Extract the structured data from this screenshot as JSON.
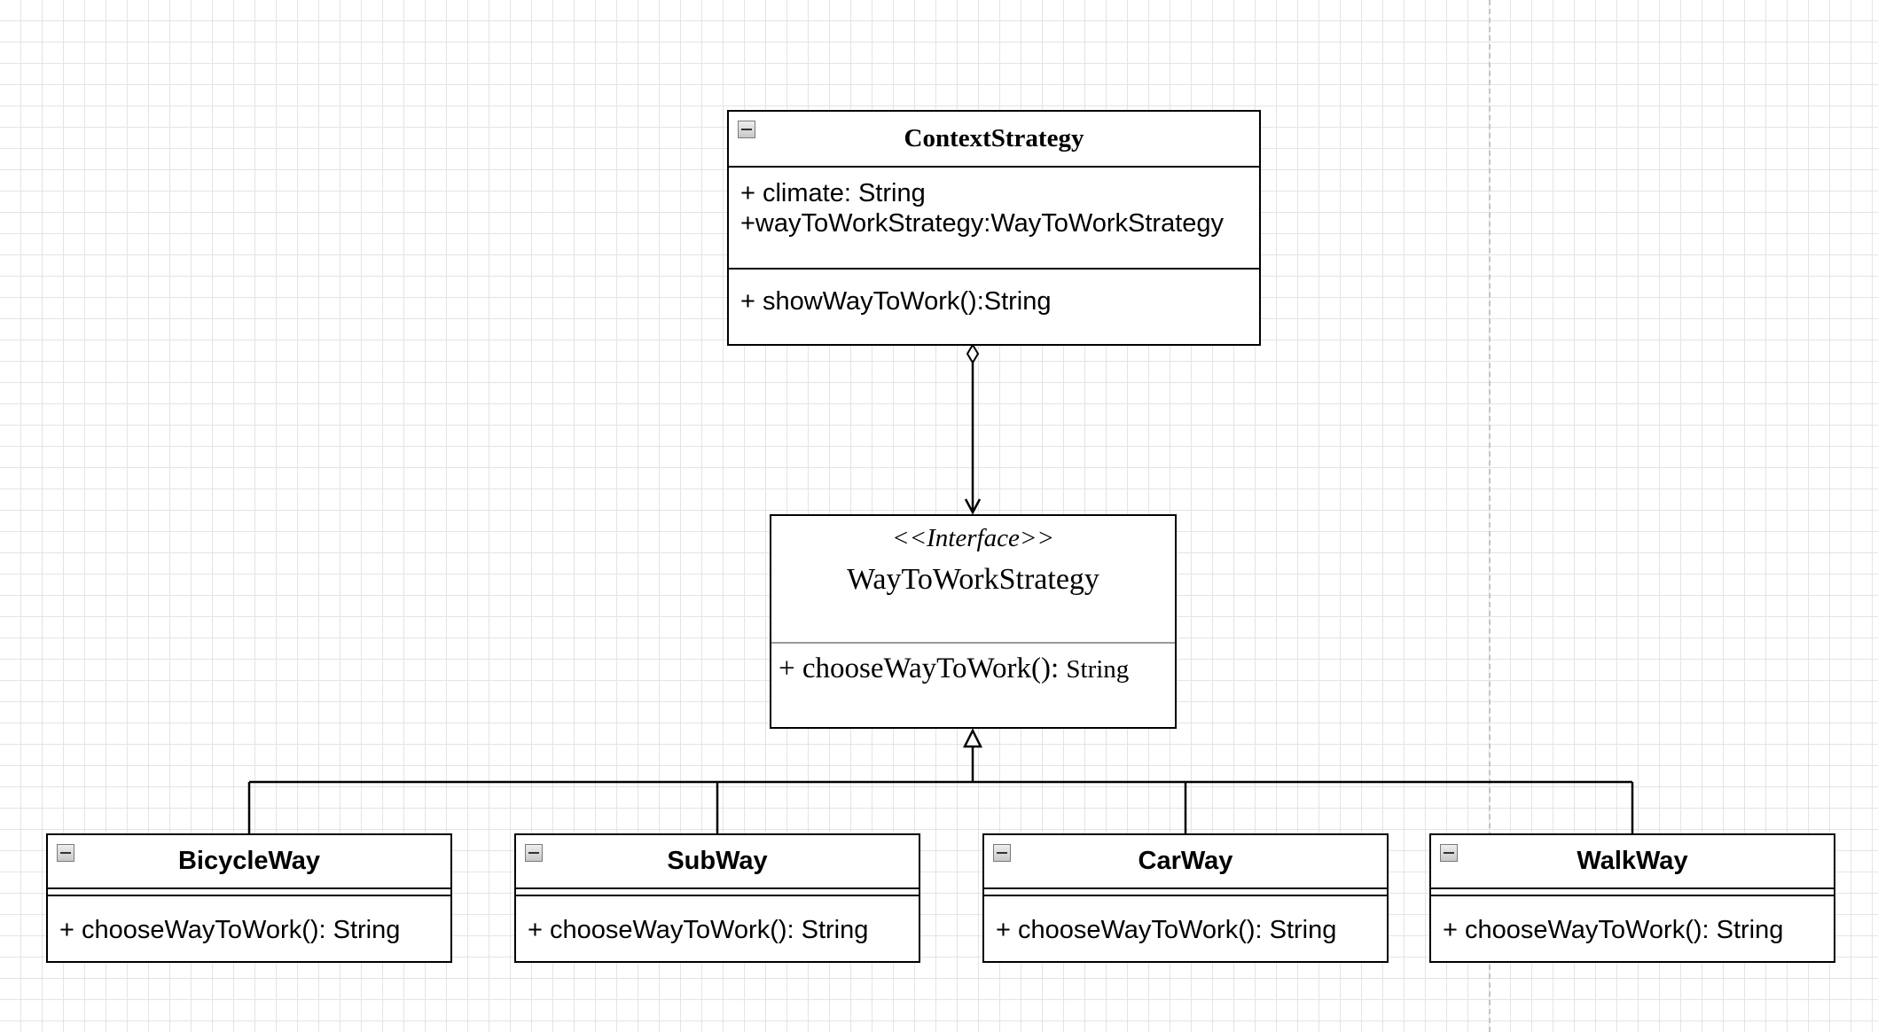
{
  "diagram": {
    "context_class": {
      "name": "ContextStrategy",
      "attributes": [
        "+ climate: String",
        "+wayToWorkStrategy:WayToWorkStrategy"
      ],
      "operations": [
        "+ showWayToWork():String"
      ]
    },
    "interface": {
      "stereotype": "<<Interface>>",
      "name": "WayToWorkStrategy",
      "operation_name": "+ chooseWayToWork(): ",
      "operation_return": "String"
    },
    "implementations": [
      {
        "name": "BicycleWay",
        "operation": "+ chooseWayToWork(): String"
      },
      {
        "name": "SubWay",
        "operation": "+ chooseWayToWork(): String"
      },
      {
        "name": "CarWay",
        "operation": "+ chooseWayToWork(): String"
      },
      {
        "name": "WalkWay",
        "operation": "+ chooseWayToWork(): String"
      }
    ],
    "relationships": [
      {
        "type": "aggregation",
        "from": "ContextStrategy",
        "to": "WayToWorkStrategy"
      },
      {
        "type": "realization",
        "from": "BicycleWay",
        "to": "WayToWorkStrategy"
      },
      {
        "type": "realization",
        "from": "SubWay",
        "to": "WayToWorkStrategy"
      },
      {
        "type": "realization",
        "from": "CarWay",
        "to": "WayToWorkStrategy"
      },
      {
        "type": "realization",
        "from": "WalkWay",
        "to": "WayToWorkStrategy"
      }
    ]
  },
  "colors": {
    "grid": "#e4e4e4",
    "line": "#000000",
    "page_break": "#c4c4c4"
  }
}
